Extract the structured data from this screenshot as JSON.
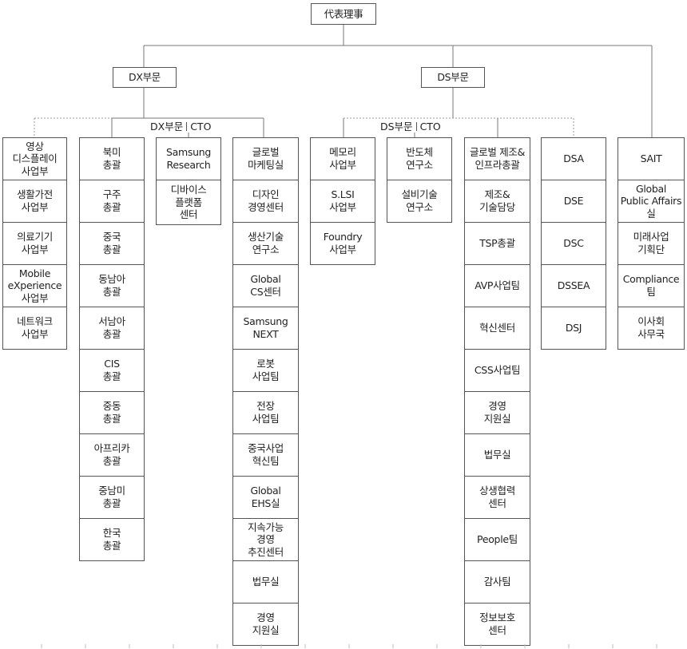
{
  "root": "代表理事",
  "dx": {
    "title": "DX부문",
    "cto_label": "DX부문",
    "cto_suffix": "CTO",
    "business_units": [
      "영상\n디스플레이\n사업부",
      "생활가전\n사업부",
      "의료기기\n사업부",
      "Mobile\neXperience\n사업부",
      "네트워크\n사업부"
    ],
    "regions": [
      "북미\n총괄",
      "구주\n총괄",
      "중국\n총괄",
      "동남아\n총괄",
      "서남아\n총괄",
      "CIS\n총괄",
      "중동\n총괄",
      "아프리카\n총괄",
      "중남미\n총괄",
      "한국\n총괄"
    ],
    "cto_units": [
      "Samsung\nResearch",
      "디바이스\n플랫폼\n센터"
    ],
    "staff": [
      "글로벌\n마케팅실",
      "디자인\n경영센터",
      "생산기술\n연구소",
      "Global\nCS센터",
      "Samsung\nNEXT",
      "로봇\n사업팀",
      "전장\n사업팀",
      "중국사업\n혁신팀",
      "Global\nEHS실",
      "지속가능\n경영\n추진센터",
      "법무실",
      "경영\n지원실"
    ]
  },
  "ds": {
    "title": "DS부문",
    "cto_label": "DS부문",
    "cto_suffix": "CTO",
    "business_units": [
      "메모리\n사업부",
      "S.LSI\n사업부",
      "Foundry\n사업부"
    ],
    "cto_units": [
      "반도체\n연구소",
      "설비기술\n연구소"
    ],
    "staff": [
      "글로벌 제조&\n인프라총괄",
      "제조&\n기술담당",
      "TSP총괄",
      "AVP사업팀",
      "혁신센터",
      "CSS사업팀",
      "경영\n지원실",
      "법무실",
      "상생협력\n센터",
      "People팀",
      "감사팀",
      "정보보호\n센터"
    ],
    "regions": [
      "DSA",
      "DSE",
      "DSC",
      "DSSEA",
      "DSJ"
    ]
  },
  "direct": [
    "SAIT",
    "Global\nPublic Affairs\n실",
    "미래사업\n기획단",
    "Compliance\n팀",
    "이사회\n사무국"
  ]
}
